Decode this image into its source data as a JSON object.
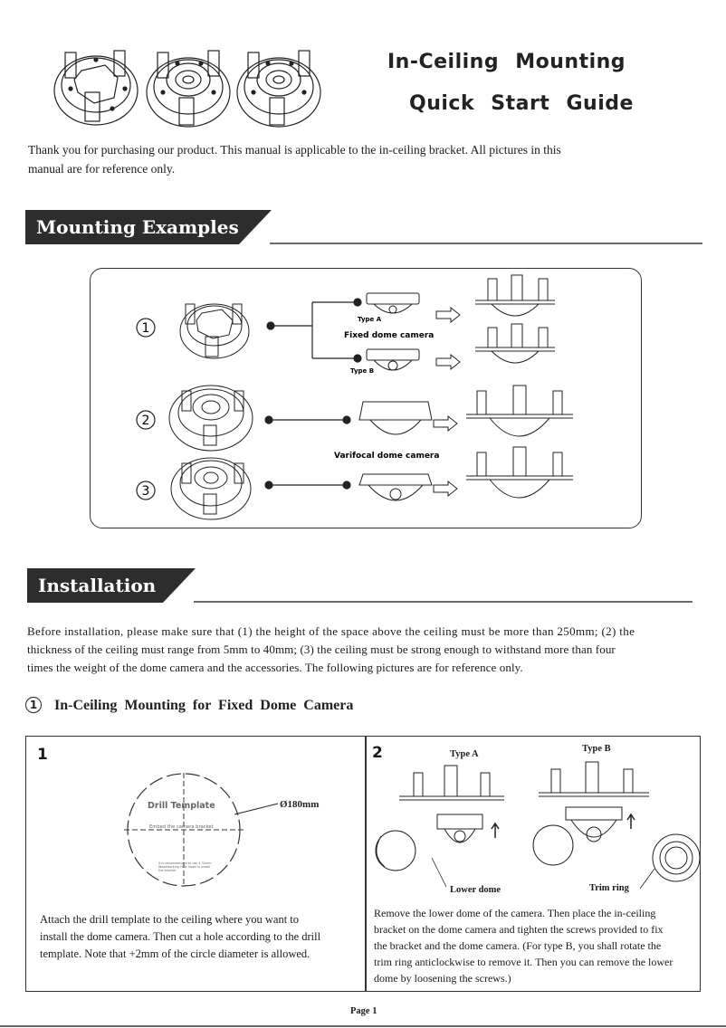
{
  "header": {
    "title_line1": "In-Ceiling  Mounting",
    "title_line2": "Quick  Start  Guide"
  },
  "intro": {
    "line1": "Thank you for purchasing our product. This manual is applicable to the in-ceiling bracket. All pictures in this",
    "line2": "manual are for reference only."
  },
  "sections": {
    "examples_title": "Mounting Examples",
    "installation_title": "Installation"
  },
  "examples": {
    "numbers": [
      "1",
      "2",
      "3"
    ],
    "type_a": "Type A",
    "type_b": "Type B",
    "fixed_dome": "Fixed dome camera",
    "varifocal_dome": "Varifocal dome camera"
  },
  "installation": {
    "line1": "Before installation, please make sure that (1) the height of the space above the ceiling must be more than 250mm; (2) the",
    "line2": "thickness of the ceiling must range from 5mm to 40mm; (3) the ceiling must be strong enough to withstand more than four",
    "line3": "times the weight of the dome camera and the accessories. The following pictures are for reference only."
  },
  "subsection": {
    "number": "1",
    "title": "In-Ceiling  Mounting  for Fixed  Dome  Camera"
  },
  "step1": {
    "number": "1",
    "template_title": "Drill Template",
    "template_subtitle": "Embed the camera bracket",
    "template_note": "It is recommended to use 4 32mm Woodworking Hole Saws to install the bracket",
    "diameter": "Ø180mm",
    "text_line1": "Attach the drill template to the ceiling where you want to",
    "text_line2": "install the dome camera. Then cut a hole according to the drill",
    "text_line3": "template. Note that +2mm of the circle diameter is allowed."
  },
  "step2": {
    "number": "2",
    "type_a": "Type A",
    "type_b": "Type B",
    "lower_dome": "Lower dome",
    "trim_ring": "Trim ring",
    "text_line1": "Remove the lower dome of the camera. Then place the in-ceiling",
    "text_line2": "bracket on the dome camera and tighten the screws provided to fix",
    "text_line3": "the bracket and the dome camera. (For type B, you shall rotate the",
    "text_line4": "trim ring anticlockwise to remove it. Then you can remove the lower",
    "text_line5": "dome by loosening the screws.)"
  },
  "footer": {
    "page": "Page 1"
  }
}
